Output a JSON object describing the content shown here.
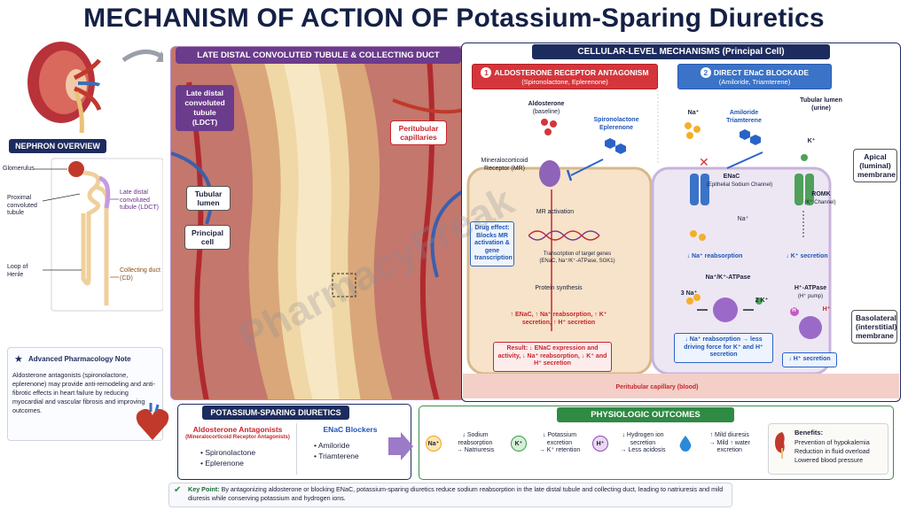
{
  "title": "MECHANISM OF ACTION OF Potassium-Sparing Diuretics",
  "tubule_panel": {
    "header": "LATE DISTAL CONVOLUTED TUBULE & COLLECTING DUCT",
    "ldct_label": "Late distal convoluted tubule (LDCT)",
    "lumen_label": "Tubular lumen",
    "principal_label": "Principal cell",
    "capillary_label": "Peritubular capillaries"
  },
  "nephron": {
    "header": "NEPHRON OVERVIEW",
    "glomerulus": "Glomerulus",
    "proximal": "Proximal convoluted tubule",
    "ldct": "Late distal convoluted tubule (LDCT)",
    "loop": "Loop of Henle",
    "collecting": "Collecting duct (CD)"
  },
  "note": {
    "heading": "Advanced Pharmacology Note",
    "text": "Aldosterone antagonists (spironolactone, eplerenone) may provide anti-remodeling and anti-fibrotic effects in heart failure by reducing myocardial and vascular fibrosis and improving outcomes."
  },
  "cellular": {
    "header": "CELLULAR-LEVEL MECHANISMS (Principal Cell)",
    "mech1": {
      "number": "1",
      "title": "ALDOSTERONE RECEPTOR ANTAGONISM",
      "subtitle": "(Spironolactone, Eplerenone)",
      "aldosterone": "Aldosterone",
      "baseline": "(baseline)",
      "drugs": "Spironolactone Eplerenone",
      "receptor": "Mineralocorticoid Receptor (MR)",
      "activation": "MR activation",
      "transcription": "Transcription of target genes",
      "genes": "(ENaC, Na⁺/K⁺-ATPase, SGK1)",
      "synthesis": "Protein synthesis",
      "increase": "↑ ENaC, ↑ Na⁺ reabsorption, ↑ K⁺ secretion, ↑ H⁺ secretion",
      "effect": "Drug effect: Blocks MR activation & gene transcription",
      "result": "Result: ↓ ENaC expression and activity, ↓ Na⁺ reabsorption, ↓ K⁺ and H⁺ secretion"
    },
    "mech2": {
      "number": "2",
      "title": "DIRECT ENaC BLOCKADE",
      "subtitle": "(Amiloride, Triamterene)",
      "na": "Na⁺",
      "drugs": "Amiloride Triamterene",
      "enac": "ENaC",
      "enac_sub": "(Epithelial Sodium Channel)",
      "romk": "ROMK",
      "romk_sub": "(K⁺ Channel)",
      "k": "K⁺",
      "na_inside": "Na⁺",
      "na_reabs": "↓ Na⁺ reabsorption",
      "k_secr": "↓ K⁺ secretion",
      "atpase": "Na⁺/K⁺-ATPase",
      "three_na": "3 Na⁺",
      "two_k": "2 K⁺",
      "h_atpase": "H⁺-ATPase",
      "h_pump": "(H⁺ pump)",
      "h": "H⁺",
      "h_plus": "H⁺",
      "less_driving": "↓ Na⁺ reabsorption → less driving force for K⁺ and H⁺ secretion",
      "h_secr": "↓ H⁺ secretion"
    },
    "lumen": "Tubular lumen (urine)",
    "apical": "Apical (luminal) membrane",
    "basolateral": "Basolateral (interstitial) membrane",
    "capillary": "Peritubular capillary (blood)"
  },
  "classes": {
    "header": "POTASSIUM-SPARING DIURETICS",
    "aldo_title": "Aldosterone Antagonists",
    "aldo_sub": "(Mineralocorticoid Receptor Antagonists)",
    "aldo_items": [
      "Spironolactone",
      "Eplerenone"
    ],
    "enac_title": "ENaC Blockers",
    "enac_items": [
      "Amiloride",
      "Triamterene"
    ]
  },
  "outcomes": {
    "header": "PHYSIOLOGIC OUTCOMES",
    "items": [
      {
        "icon": "Na⁺",
        "line1": "↓ Sodium reabsorption",
        "line2": "→ Natriuresis",
        "color": "#f2a31b"
      },
      {
        "icon": "K⁺",
        "line1": "↓ Potassium excretion",
        "line2": "→ K⁺ retention",
        "color": "#3aa04a"
      },
      {
        "icon": "H⁺",
        "line1": "↓ Hydrogen ion secretion",
        "line2": "→ Less acidosis",
        "color": "#8e4bb8"
      },
      {
        "icon": "",
        "line1": "↑ Mild diuresis",
        "line2": "→ Mild ↑ water excretion",
        "color": "#2a8ad8"
      }
    ],
    "benefits_title": "Benefits:",
    "benefits": [
      "Prevention of hypokalemia",
      "Reduction in fluid overload",
      "Lowered blood pressure"
    ]
  },
  "key_point": {
    "label": "Key Point:",
    "text": "By antagonizing aldosterone or blocking ENaC, potassium-sparing diuretics reduce sodium reabsorption in the late distal tubule and collecting duct, leading to natriuresis and mild diuresis while conserving potassium and hydrogen ions."
  },
  "watermark": "PharmacyFreak"
}
